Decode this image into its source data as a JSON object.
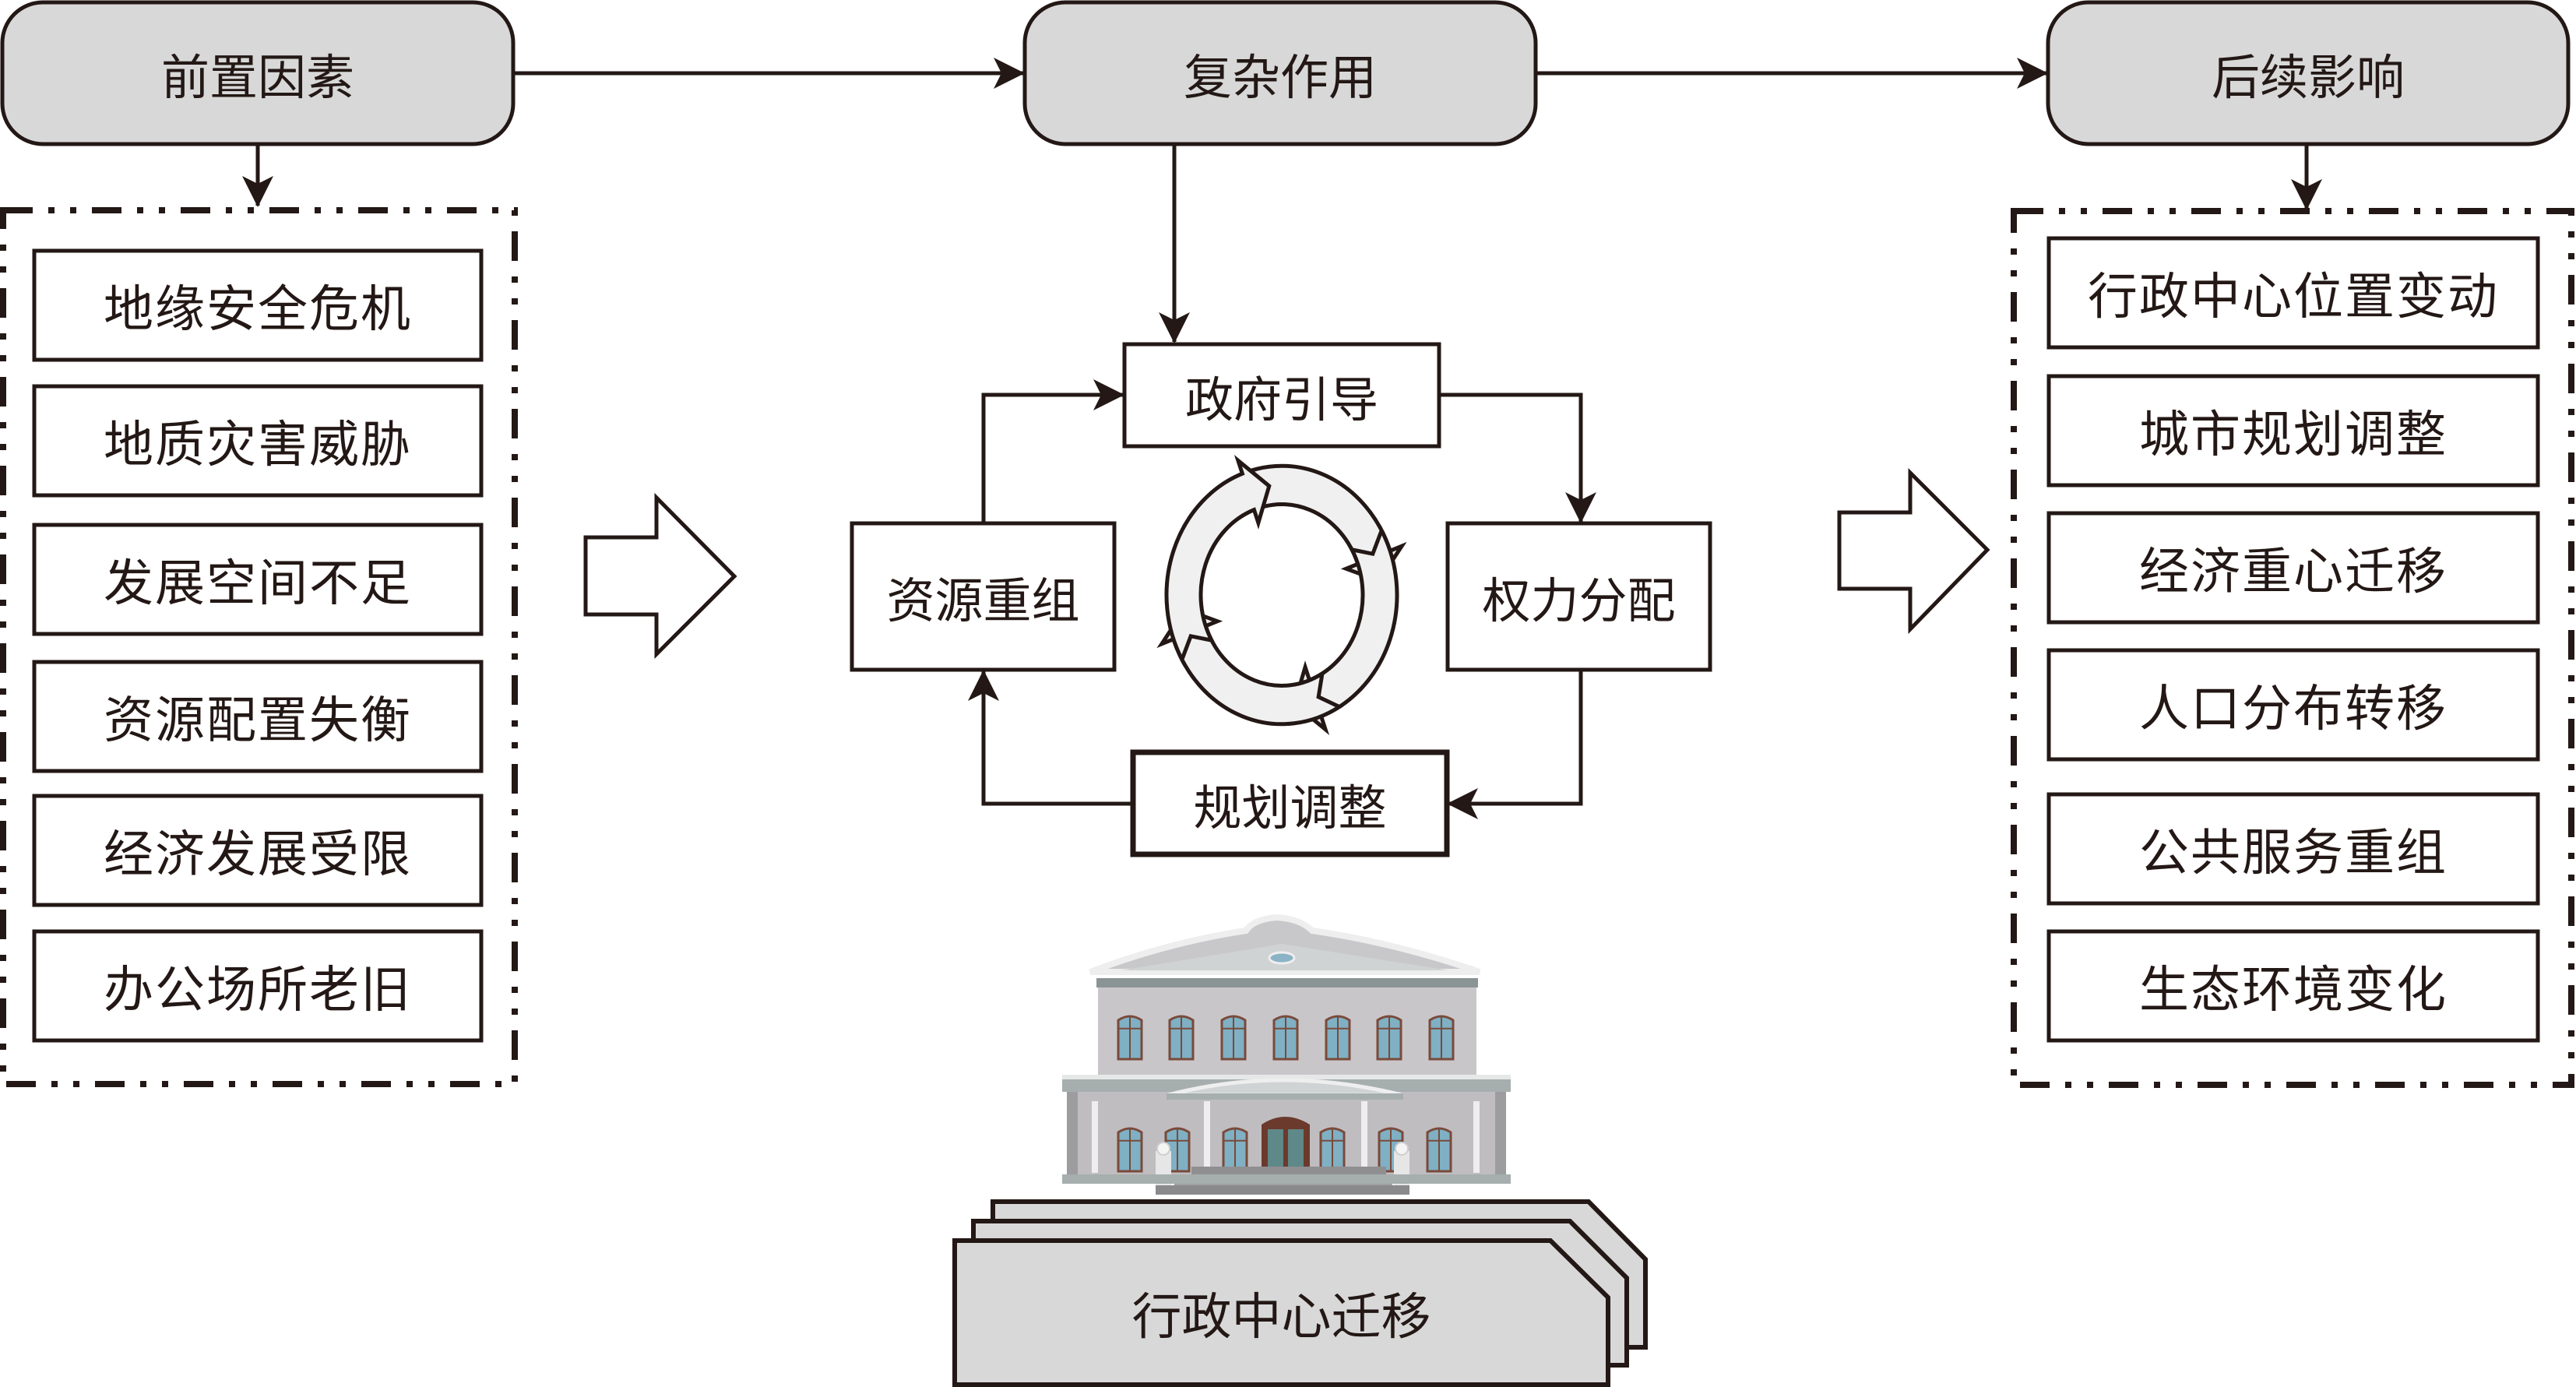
{
  "colors": {
    "stroke": "#231815",
    "header_fill": "#d8d8d8",
    "cycle_arrow_fill": "#f0f0f0",
    "doc_fill": "#d8d8d8"
  },
  "headers": {
    "left": "前置因素",
    "center": "复杂作用",
    "right": "后续影响"
  },
  "left_items": [
    "地缘安全危机",
    "地质灾害威胁",
    "发展空间不足",
    "资源配置失衡",
    "经济发展受限",
    "办公场所老旧"
  ],
  "cycle": {
    "top": "政府引导",
    "right": "权力分配",
    "bottom": "规划调整",
    "left": "资源重组",
    "center_icon": "cycle-arrows-icon"
  },
  "illustration": "government-building-icon",
  "bottom_label": "行政中心迁移",
  "right_items": [
    "行政中心位置变动",
    "城市规划调整",
    "经济重心迁移",
    "人口分布转移",
    "公共服务重组",
    "生态环境变化"
  ],
  "big_arrows": [
    "block-arrow-right-icon",
    "block-arrow-right-icon"
  ]
}
